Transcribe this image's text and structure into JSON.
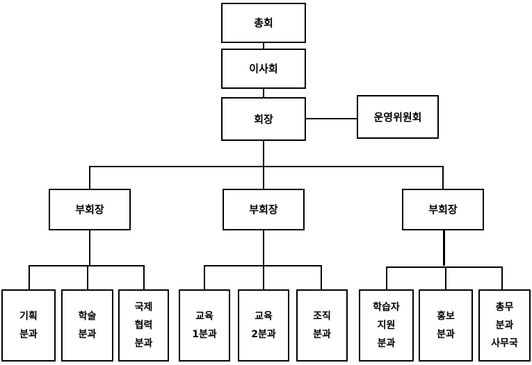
{
  "top": [
    {
      "label": "총회"
    },
    {
      "label": "이사회"
    },
    {
      "label": "회장"
    }
  ],
  "side_committee": {
    "label": "운영위원회"
  },
  "vice_presidents": [
    {
      "label": "부회장",
      "divisions": [
        {
          "label": "기획\n분과"
        },
        {
          "label": "학술\n분과"
        },
        {
          "label": "국제\n협력\n분과"
        }
      ]
    },
    {
      "label": "부회장",
      "divisions": [
        {
          "label": "교육\n1분과"
        },
        {
          "label": "교육\n2분과"
        },
        {
          "label": "조직\n분과"
        }
      ]
    },
    {
      "label": "부회장",
      "divisions": [
        {
          "label": "학습자\n지원\n분과"
        },
        {
          "label": "홍보\n분과"
        },
        {
          "label": "총무\n분과\n사무국"
        }
      ]
    }
  ]
}
